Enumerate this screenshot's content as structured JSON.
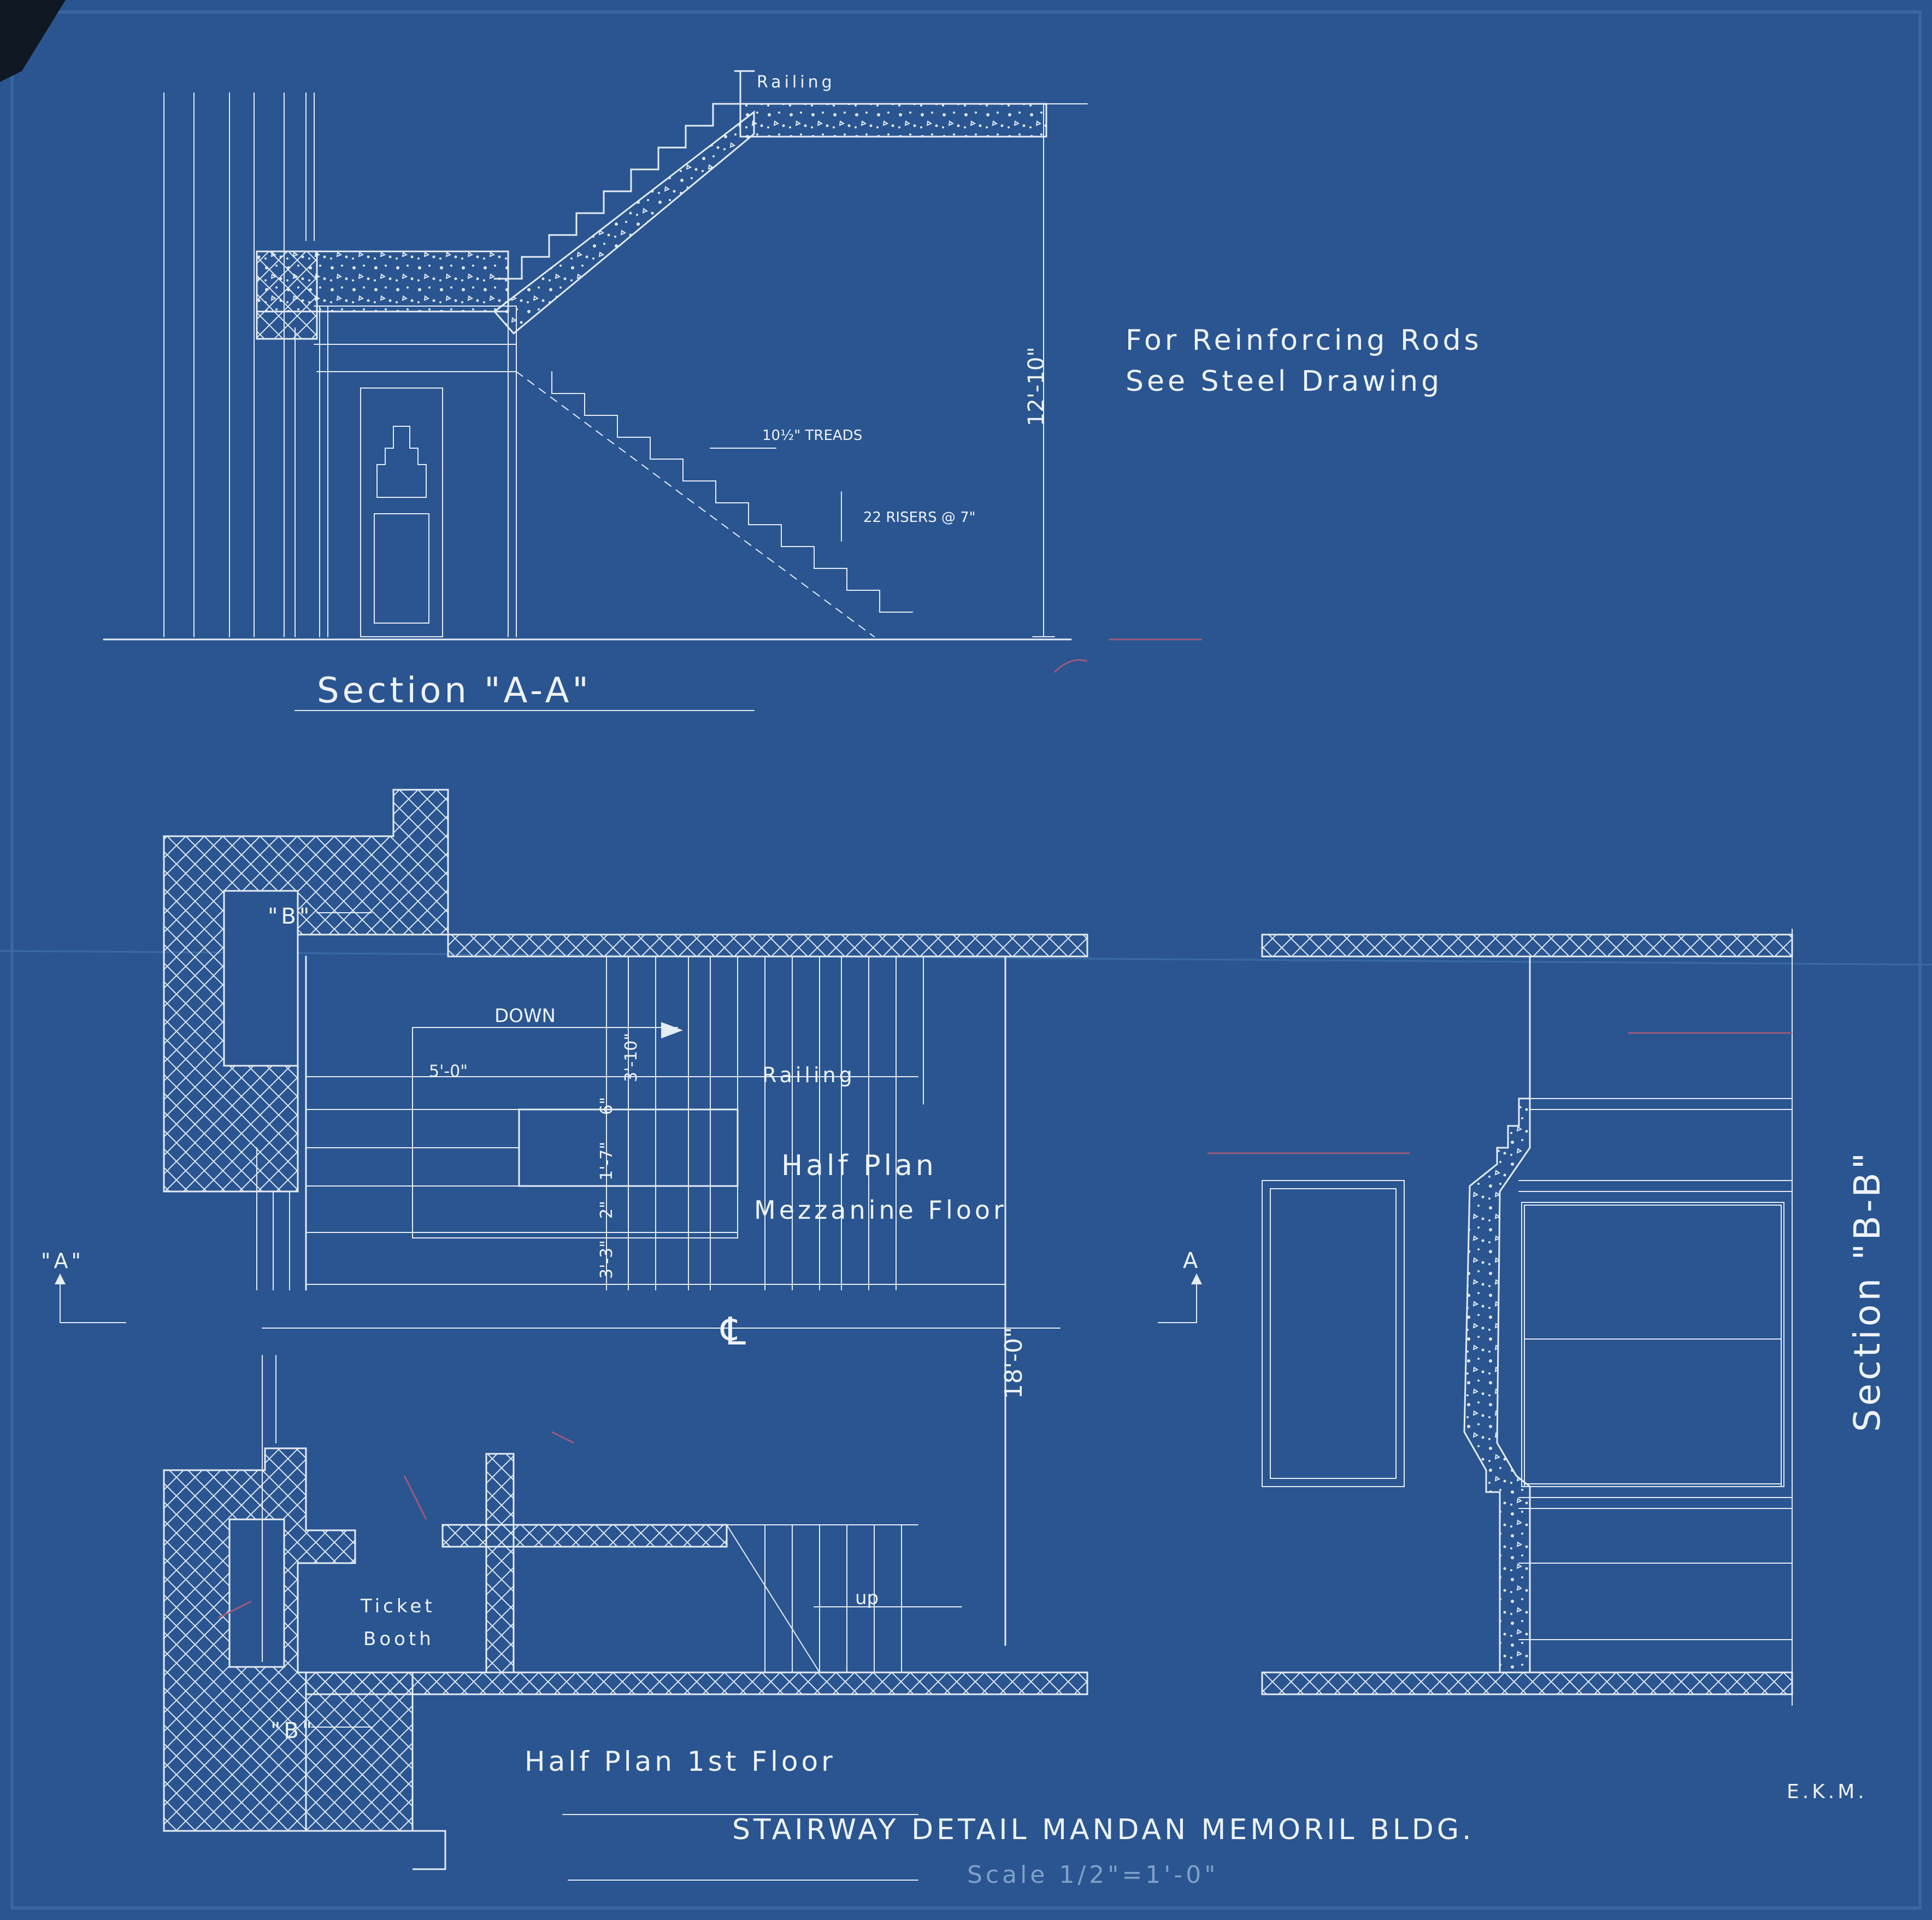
{
  "sheet": {
    "title": "STAIRWAY DETAIL  MANDAN MEMORIL BLDG.",
    "scale": "Scale 1/2\"=1'-0\"",
    "initials": "E.K.M.",
    "colors": {
      "paper": "#2a5590",
      "line": "#e4ecf6",
      "red_pencil": "#9c5a7a"
    }
  },
  "section_a": {
    "title": "Section \"A-A\"",
    "railing": "Railing",
    "treads": "10½\" TREADS",
    "risers": "22 RISERS @ 7\"",
    "height_dim": "12'-10\"",
    "note_line1": "For Reinforcing Rods",
    "note_line2": "See Steel Drawing"
  },
  "plan": {
    "mezzanine_title_line1": "Half Plan",
    "mezzanine_title_line2": "Mezzanine Floor",
    "first_floor_title": "Half Plan 1st Floor",
    "down": "DOWN",
    "up": "up",
    "railing": "Railing",
    "dim_5_0": "5'-0\"",
    "dim_3_10": "3'-10\"",
    "dim_6": "6\"",
    "dim_1_7": "1'-7\"",
    "dim_2": "2\"",
    "dim_3_3": "3'-3\"",
    "dim_18_0": "18'-0\"",
    "ticket_line1": "Ticket",
    "ticket_line2": "Booth",
    "marker_b_top": "\"B\"",
    "marker_b_bottom": "\"B\"",
    "marker_a_left": "\"A\"",
    "marker_a_right": "A",
    "centerline": "℄"
  },
  "section_b": {
    "title": "Section \"B-B\""
  }
}
